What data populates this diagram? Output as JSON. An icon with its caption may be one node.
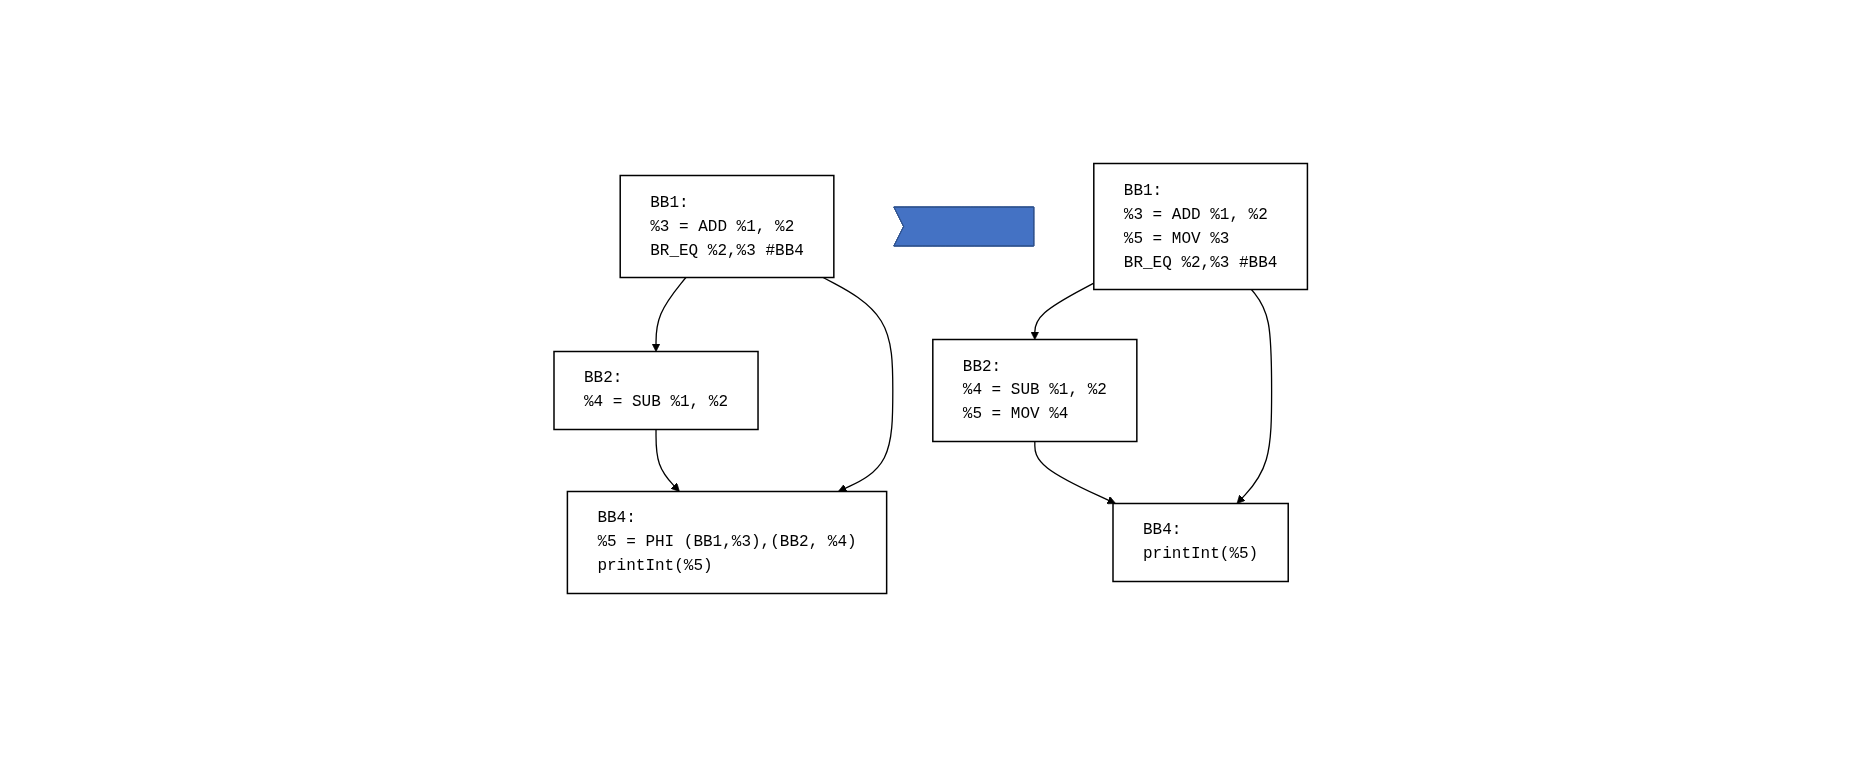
{
  "diagram": {
    "nodes": [
      {
        "text": [
          "BB1:",
          "%3 = ADD %1, %2",
          "BR_EQ %2,%3 #BB4"
        ]
      },
      {
        "text": [
          "BB2:",
          "%4 = SUB %1, %2"
        ]
      },
      {
        "text": [
          "BB4:",
          "%5 = PHI (BB1,%3),(BB2, %4)",
          "printInt(%5)"
        ]
      },
      {
        "text": [],
        "shape": "arrow"
      },
      {
        "text": [
          "BB1:",
          "%3 = ADD %1, %2",
          "%5 = MOV %3",
          "BR_EQ %2,%3 #BB4"
        ]
      },
      {
        "text": [
          "BB2:",
          "%4 = SUB %1, %2",
          "%5 = MOV %4"
        ]
      },
      {
        "text": [
          "BB4:",
          "printInt(%5)"
        ]
      }
    ],
    "edges": [
      {
        "from": 0,
        "to": 1,
        "arrow": "to"
      },
      {
        "from": 1,
        "to": 2,
        "arrow": "to"
      },
      {
        "from": 0,
        "to": 2,
        "arrow": "to"
      },
      {
        "from": 4,
        "to": 5,
        "arrow": "to"
      },
      {
        "from": 5,
        "to": 6,
        "arrow": "to"
      },
      {
        "from": 4,
        "to": 6,
        "arrow": "to"
      }
    ]
  }
}
